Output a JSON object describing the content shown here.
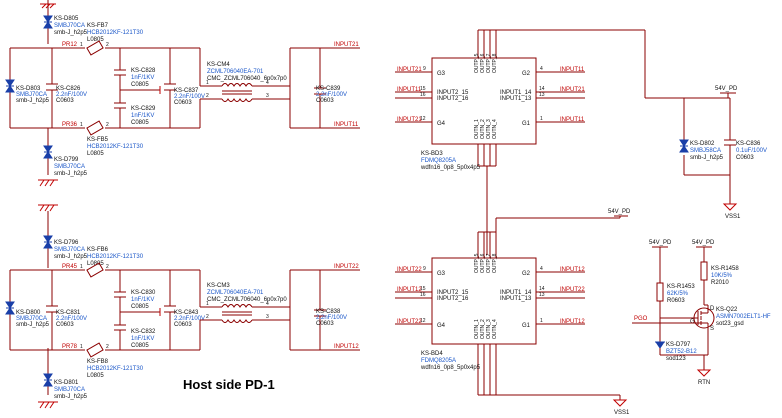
{
  "title": "Host side PD-1",
  "colors": {
    "wire": "#8b0000",
    "value": "#1a56c8",
    "net": "#c00000",
    "diode": "#1a3fa8"
  },
  "top_filter": {
    "d805": {
      "ref": "KS-D805",
      "val": "SMBJ70CA",
      "pkg": "smb-J_h2p5"
    },
    "fb7": {
      "ref": "KS-FB7",
      "val": "HCB2012KF-121T30",
      "pkg": "L0805"
    },
    "d803": {
      "ref": "KS-D803",
      "val": "SMBJ70CA",
      "pkg": "smb-J_h2p5"
    },
    "c826": {
      "ref": "KS-C826",
      "val": "2.2nF/100V",
      "pkg": "C0603"
    },
    "c828": {
      "ref": "KS-C828",
      "val": "1nF/1KV",
      "pkg": "C0805"
    },
    "c829": {
      "ref": "KS-C829",
      "val": "1nF/1KV",
      "pkg": "C0805"
    },
    "c837": {
      "ref": "KS-C837",
      "val": "2.2nF/100V",
      "pkg": "C0603"
    },
    "cm4": {
      "ref": "KS-CM4",
      "val": "ZCML706040EA-701",
      "pkg": "CMC_ZCML706040_6p0x7p0"
    },
    "c839": {
      "ref": "KS-C839",
      "val": "2.2nF/100V",
      "pkg": "C0603"
    },
    "fb5": {
      "ref": "KS-FB5",
      "val": "HCB2012KF-121T30",
      "pkg": "L0805"
    },
    "d799": {
      "ref": "KS-D799",
      "val": "SMBJ70CA",
      "pkg": "smb-J_h2p5"
    },
    "net_in1": "PR12",
    "net_in2": "PR36",
    "net_out1": "INPUT21",
    "net_out2": "INPUT11"
  },
  "bottom_filter": {
    "d796": {
      "ref": "KS-D796",
      "val": "SMBJ70CA",
      "pkg": "smb-J_h2p5"
    },
    "fb6": {
      "ref": "KS-FB6",
      "val": "HCB2012KF-121T30",
      "pkg": "L0805"
    },
    "d800": {
      "ref": "KS-D800",
      "val": "SMBJ70CA",
      "pkg": "smb-J_h2p5"
    },
    "c831": {
      "ref": "KS-C831",
      "val": "2.2nF/100V",
      "pkg": "C0603"
    },
    "c830": {
      "ref": "KS-C830",
      "val": "1nF/1KV",
      "pkg": "C0805"
    },
    "c832": {
      "ref": "KS-C832",
      "val": "1nF/1KV",
      "pkg": "C0805"
    },
    "c843": {
      "ref": "KS-C843",
      "val": "2.2nF/100V",
      "pkg": "C0603"
    },
    "cm3": {
      "ref": "KS-CM3",
      "val": "ZCML706040EA-701",
      "pkg": "CMC_ZCML706040_6p0x7p0"
    },
    "c838": {
      "ref": "KS-C838",
      "val": "2.2nF/100V",
      "pkg": "C0603"
    },
    "fb8": {
      "ref": "KS-FB8",
      "val": "HCB2012KF-121T30",
      "pkg": "L0805"
    },
    "d801": {
      "ref": "KS-D801",
      "val": "SMBJ70CA",
      "pkg": "smb-J_h2p5"
    },
    "net_in1": "PR45",
    "net_in2": "PR78",
    "net_out1": "INPUT22",
    "net_out2": "INPUT12"
  },
  "bd3": {
    "ref": "KS-BD3",
    "val": "FDMQ8205A",
    "pkg": "wdfn16_0p8_5p0x4p5",
    "pins_left": [
      "G3",
      "INPUT2_15",
      "INPUT2_16",
      "G4"
    ],
    "pins_right": [
      "G2",
      "INPUT1_14",
      "INPUT1_13",
      "G1"
    ],
    "nets_left": [
      "INPUT21",
      "INPUT11",
      "INPUT21"
    ],
    "nets_right": [
      "INPUT11",
      "INPUT21",
      "INPUT11"
    ],
    "top_pins": [
      "OUTP_5",
      "OUTP_6",
      "OUTP_7",
      "OUTP_8"
    ],
    "bot_pins": [
      "OUTN_1",
      "OUTN_2",
      "OUTN_3",
      "OUTN_4"
    ]
  },
  "bd4": {
    "ref": "KS-BD4",
    "val": "FDMQ8205A",
    "pkg": "wdfn16_0p8_5p0x4p5",
    "pins_left": [
      "G3",
      "INPUT2_15",
      "INPUT2_16",
      "G4"
    ],
    "pins_right": [
      "G2",
      "INPUT1_14",
      "INPUT1_13",
      "G1"
    ],
    "nets_left": [
      "INPUT22",
      "INPUT12",
      "INPUT22"
    ],
    "nets_right": [
      "INPUT12",
      "INPUT22",
      "INPUT12"
    ],
    "top_pins": [
      "OUTP_5",
      "OUTP_6",
      "OUTP_7",
      "OUTP_8"
    ],
    "bot_pins": [
      "OUTN_1",
      "OUTN_2",
      "OUTN_3",
      "OUTN_4"
    ]
  },
  "right_top": {
    "pwr": "54V_PD",
    "d802": {
      "ref": "KS-D802",
      "val": "SMBJ58CA",
      "pkg": "smb-J_h2p5"
    },
    "c836": {
      "ref": "KS-C836",
      "val": "0.1uF/100V",
      "pkg": "C0603"
    },
    "gnd": "VSS1"
  },
  "right_bottom": {
    "pwr1": "54V_PD",
    "pwr2": "54V_PD",
    "pwr3": "54V_PD",
    "r1458": {
      "ref": "KS-R1458",
      "val": "10K/5%",
      "pkg": "R2010"
    },
    "r1453": {
      "ref": "KS-R1453",
      "val": "62K/5%",
      "pkg": "R0603"
    },
    "q22": {
      "ref": "KS-Q22",
      "val": "ASMN7002ELT1-HF",
      "pkg": "sot23_gsd"
    },
    "d797": {
      "ref": "KS-D797",
      "val": "BZT52-B12",
      "pkg": "sod123"
    },
    "pgo": "PGO",
    "rtn": "RTN",
    "gnd": "VSS1"
  }
}
